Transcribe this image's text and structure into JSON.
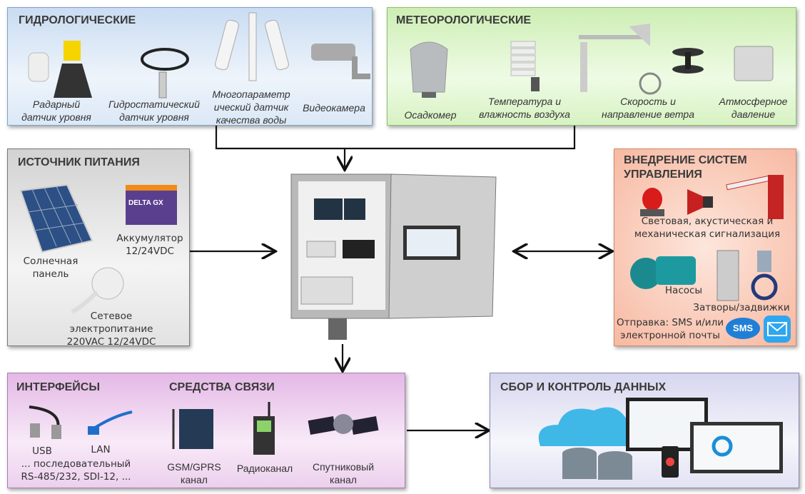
{
  "hydro": {
    "title": "ГИДРОЛОГИЧЕСКИЕ",
    "items": [
      {
        "label1": "Радарный",
        "label2": "датчик уровня"
      },
      {
        "label1": "Гидростатический",
        "label2": "датчик уровня"
      },
      {
        "label1": "Многопараметр",
        "label2": "ический датчик",
        "label3": "качества воды"
      },
      {
        "label1": "Видеокамера"
      }
    ]
  },
  "meteo": {
    "title": "МЕТЕОРОЛОГИЧЕСКИЕ",
    "items": [
      {
        "label1": "Осадкомер"
      },
      {
        "label1": "Температура и",
        "label2": "влажность воздуха"
      },
      {
        "label1": "Скорость и",
        "label2": "направление ветра"
      },
      {
        "label1": "Атмосферное",
        "label2": "давление"
      }
    ]
  },
  "power": {
    "title": "ИСТОЧНИК ПИТАНИЯ",
    "solar1": "Солнечная",
    "solar2": "панель",
    "battery1": "Аккумулятор",
    "battery2": "12/24VDC",
    "battery_brand": "DELTA GX",
    "mains1": "Сетевое",
    "mains2": "электропитание",
    "mains3": "220VAC  12/24VDC"
  },
  "control": {
    "title1": "ВНЕДРЕНИЕ СИСТЕМ",
    "title2": "УПРАВЛЕНИЯ",
    "signal1": "Световая, акустическая и",
    "signal2": "механическая сигнализация",
    "pumps": "Насосы",
    "valves": "Затворы/задвижки",
    "notify1": "Отправка: SMS и/или",
    "notify2": "электронной почты",
    "sms_badge": "SMS"
  },
  "interfaces": {
    "title": "ИНТЕРФЕЙСЫ",
    "usb": "USB",
    "lan": "LAN",
    "serial1": "... последовательный",
    "serial2": "RS-485/232, SDI-12, ..."
  },
  "comms": {
    "title": "СРЕДСТВА СВЯЗИ",
    "gsm1": "GSM/GPRS",
    "gsm2": "канал",
    "radio": "Радиоканал",
    "sat1": "Спутниковый",
    "sat2": "канал"
  },
  "data": {
    "title": "СБОР И КОНТРОЛЬ ДАННЫХ"
  },
  "colors": {
    "hydro": "#dbe9f7",
    "meteo": "#dff5cf",
    "power": "#e6e6e6",
    "control": "#fbd3c4",
    "interfaces": "#efd4f0",
    "data": "#e6e6f6"
  }
}
